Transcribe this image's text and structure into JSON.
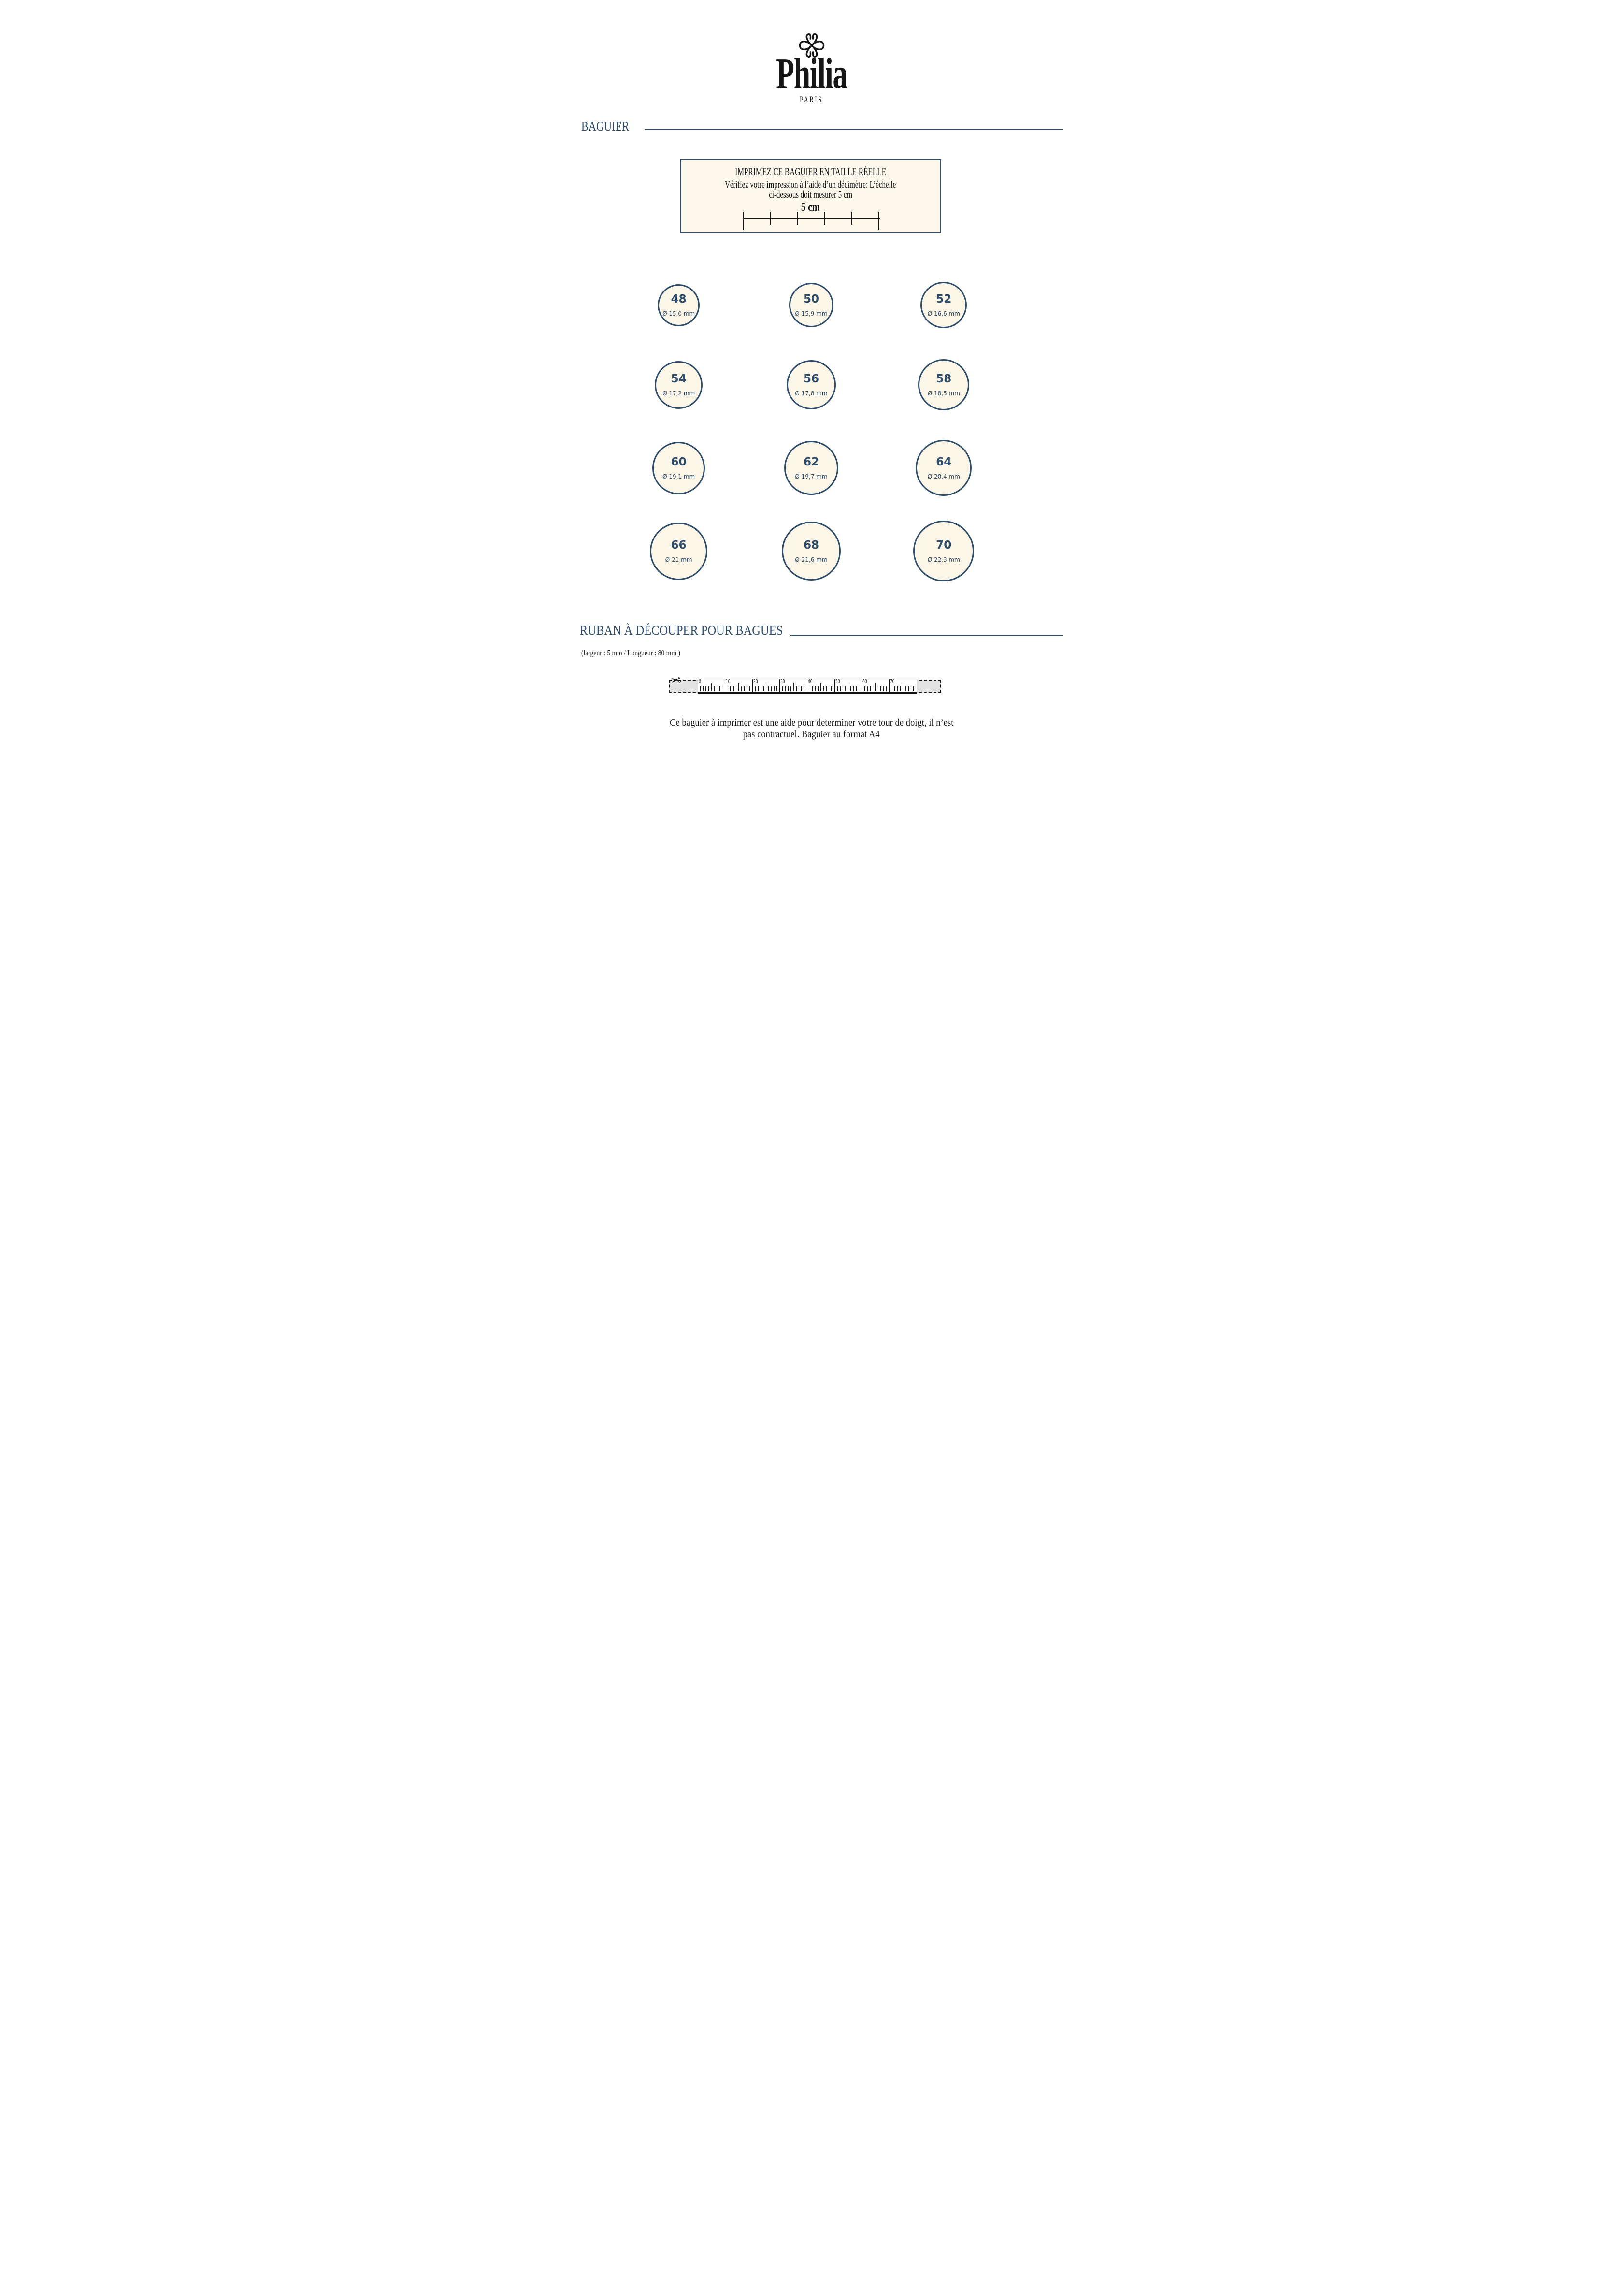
{
  "page": {
    "accent_color": "#2f4d6a",
    "cream_color": "#fbf6e8",
    "ink_color": "#1b1b1b",
    "band_gray": "#e3e3e3"
  },
  "logo": {
    "flourish_icon": "knot-flourish",
    "brand": "Philia",
    "city": "PARIS"
  },
  "baguier_section": {
    "title": "BAGUIER"
  },
  "print_box": {
    "title": "IMPRIMEZ CE BAGUIER EN TAILLE RÉELLE",
    "body_line1": "Vérifiez votre impression à l’aide d’un décimètre: L’échelle",
    "body_line2": "ci-dessous doit mesurer 5 cm",
    "scale_label": "5 cm",
    "scale_segments": 5
  },
  "ring_sizes": [
    {
      "size": "48",
      "diameter_label": "Ø 15,0 mm",
      "diameter_mm": 15.0
    },
    {
      "size": "50",
      "diameter_label": "Ø 15,9 mm",
      "diameter_mm": 15.9
    },
    {
      "size": "52",
      "diameter_label": "Ø 16,6 mm",
      "diameter_mm": 16.6
    },
    {
      "size": "54",
      "diameter_label": "Ø 17,2 mm",
      "diameter_mm": 17.2
    },
    {
      "size": "56",
      "diameter_label": "Ø 17,8 mm",
      "diameter_mm": 17.8
    },
    {
      "size": "58",
      "diameter_label": "Ø 18,5 mm",
      "diameter_mm": 18.5
    },
    {
      "size": "60",
      "diameter_label": "Ø 19,1 mm",
      "diameter_mm": 19.1
    },
    {
      "size": "62",
      "diameter_label": "Ø 19,7 mm",
      "diameter_mm": 19.7
    },
    {
      "size": "64",
      "diameter_label": "Ø 20,4 mm",
      "diameter_mm": 20.4
    },
    {
      "size": "66",
      "diameter_label": "Ø 21 mm",
      "diameter_mm": 21.0
    },
    {
      "size": "68",
      "diameter_label": "Ø 21,6 mm",
      "diameter_mm": 21.6
    },
    {
      "size": "70",
      "diameter_label": "Ø 22,3 mm",
      "diameter_mm": 22.3
    }
  ],
  "ruban_section": {
    "title": "RUBAN À DÉCOUPER POUR BAGUES",
    "dimensions": "(largeur : 5 mm / Longueur : 80 mm )",
    "scissors_icon": "scissors",
    "ruler_labels": [
      "0",
      "10",
      "20",
      "30",
      "40",
      "50",
      "60",
      "70"
    ],
    "ruler_length_mm": 80,
    "ticks_per_cell": 9
  },
  "footer": {
    "line1": "Ce baguier à imprimer est une aide pour determiner votre tour de doigt, il n’est",
    "line2": "pas contractuel. Baguier au format A4"
  }
}
